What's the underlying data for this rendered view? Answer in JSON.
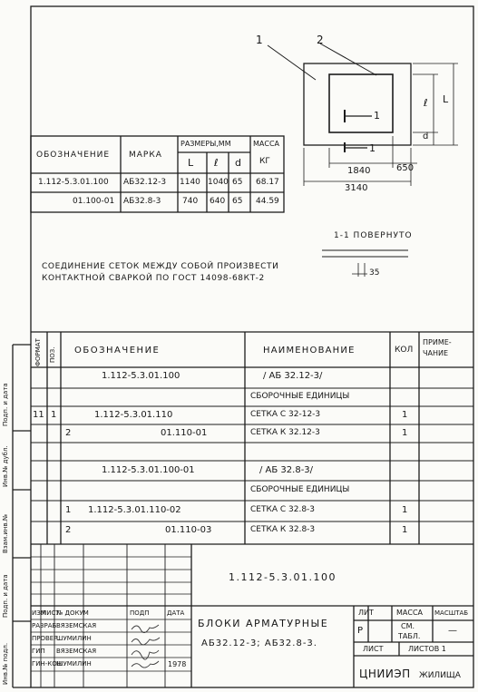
{
  "drawing": {
    "leader_1": "1",
    "leader_2": "2",
    "section_mark_1": "1",
    "section_mark_2": "1",
    "dim_l_small": "ℓ",
    "dim_L_big": "L",
    "dim_d": "d",
    "dim_1840": "1840",
    "dim_650": "650",
    "dim_3140": "3140"
  },
  "dims_table": {
    "col_designation": "Обозначение",
    "col_mark": "Марка",
    "col_sizes": "Размеры,мм",
    "col_L": "L",
    "col_l": "ℓ",
    "col_d": "d",
    "col_mass": "Масса",
    "col_kg": "кг",
    "rows": [
      {
        "designation": "1.112-5.3.01.100",
        "mark": "АБ32.12-3",
        "L": "1140",
        "l": "1040",
        "d": "65",
        "mass": "68.17"
      },
      {
        "designation": "01.100-01",
        "mark": "АБ32.8-3",
        "L": "740",
        "l": "640",
        "d": "65",
        "mass": "44.59"
      }
    ]
  },
  "section": {
    "title": "1-1 повернуто",
    "dim": "35"
  },
  "note": {
    "line1": "Соединение сеток между собой произвести",
    "line2": "контактной сваркой по ГОСТ 14098-68кт-2"
  },
  "spec": {
    "col_format": "Формат",
    "col_pos": "Поз.",
    "col_designation": "Обозначение",
    "col_name": "Наименование",
    "col_qty": "Кол",
    "col_note_1": "Приме-",
    "col_note_2": "чание",
    "rows": [
      {
        "format": "",
        "pos": "",
        "designation": "1.112-5.3.01.100",
        "name": "/ АБ 32.12-3/",
        "qty": ""
      },
      {
        "format": "",
        "pos": "",
        "designation": "",
        "name": "Сборочные единицы",
        "qty": ""
      },
      {
        "format": "11",
        "pos": "1",
        "designation": "1.112-5.3.01.110",
        "name": "Сетка С 32-12-3",
        "qty": "1"
      },
      {
        "format": "",
        "pos": "2",
        "designation": "01.110-01",
        "name": "Сетка К 32.12-3",
        "qty": "1"
      },
      {
        "format": "",
        "pos": "",
        "designation": "",
        "name": "",
        "qty": ""
      },
      {
        "format": "",
        "pos": "",
        "designation": "1.112-5.3.01.100-01",
        "name": "/ АБ 32.8-3/",
        "qty": ""
      },
      {
        "format": "",
        "pos": "",
        "designation": "",
        "name": "Сборочные единицы",
        "qty": ""
      },
      {
        "format": "",
        "pos": "1",
        "designation": "1.112-5.3.01.110-02",
        "name": "Сетка С 32.8-3",
        "qty": "1"
      },
      {
        "format": "",
        "pos": "2",
        "designation": "01.110-03",
        "name": "Сетка К 32.8-3",
        "qty": "1"
      }
    ]
  },
  "title_block": {
    "doc_code": "1.112-5.3.01.100",
    "h_izm": "Изм",
    "h_list": "Лист",
    "h_doc": "№ докум",
    "h_sign": "Подп",
    "h_date": "Дата",
    "roles": [
      "Разраб",
      "Провер.",
      "ГИП",
      "Гин-кон"
    ],
    "names": [
      "Вяземская",
      "Шумилин",
      "Вяземская",
      "Шумилин"
    ],
    "year": "1978",
    "title_1": "Блоки арматурные",
    "title_2": "АБ32.12-3; АБ32.8-3.",
    "lit_h": "Лит",
    "mass_h": "Масса",
    "scale_h": "Масштаб",
    "lit_val": "Р",
    "mass_val_1": "см.",
    "mass_val_2": "табл.",
    "scale_val": "—",
    "sheet_h": "Лист",
    "sheets_h": "Листов 1",
    "org_1": "ЦНИИЭП",
    "org_2": "жилища"
  },
  "sidebar": {
    "label_1": "Инв.№ подл.",
    "label_2": "Подп. и дата",
    "label_3": "Взам.инв.№",
    "label_4": "Инв.№ дубл.",
    "label_5": "Подп. и дата"
  }
}
